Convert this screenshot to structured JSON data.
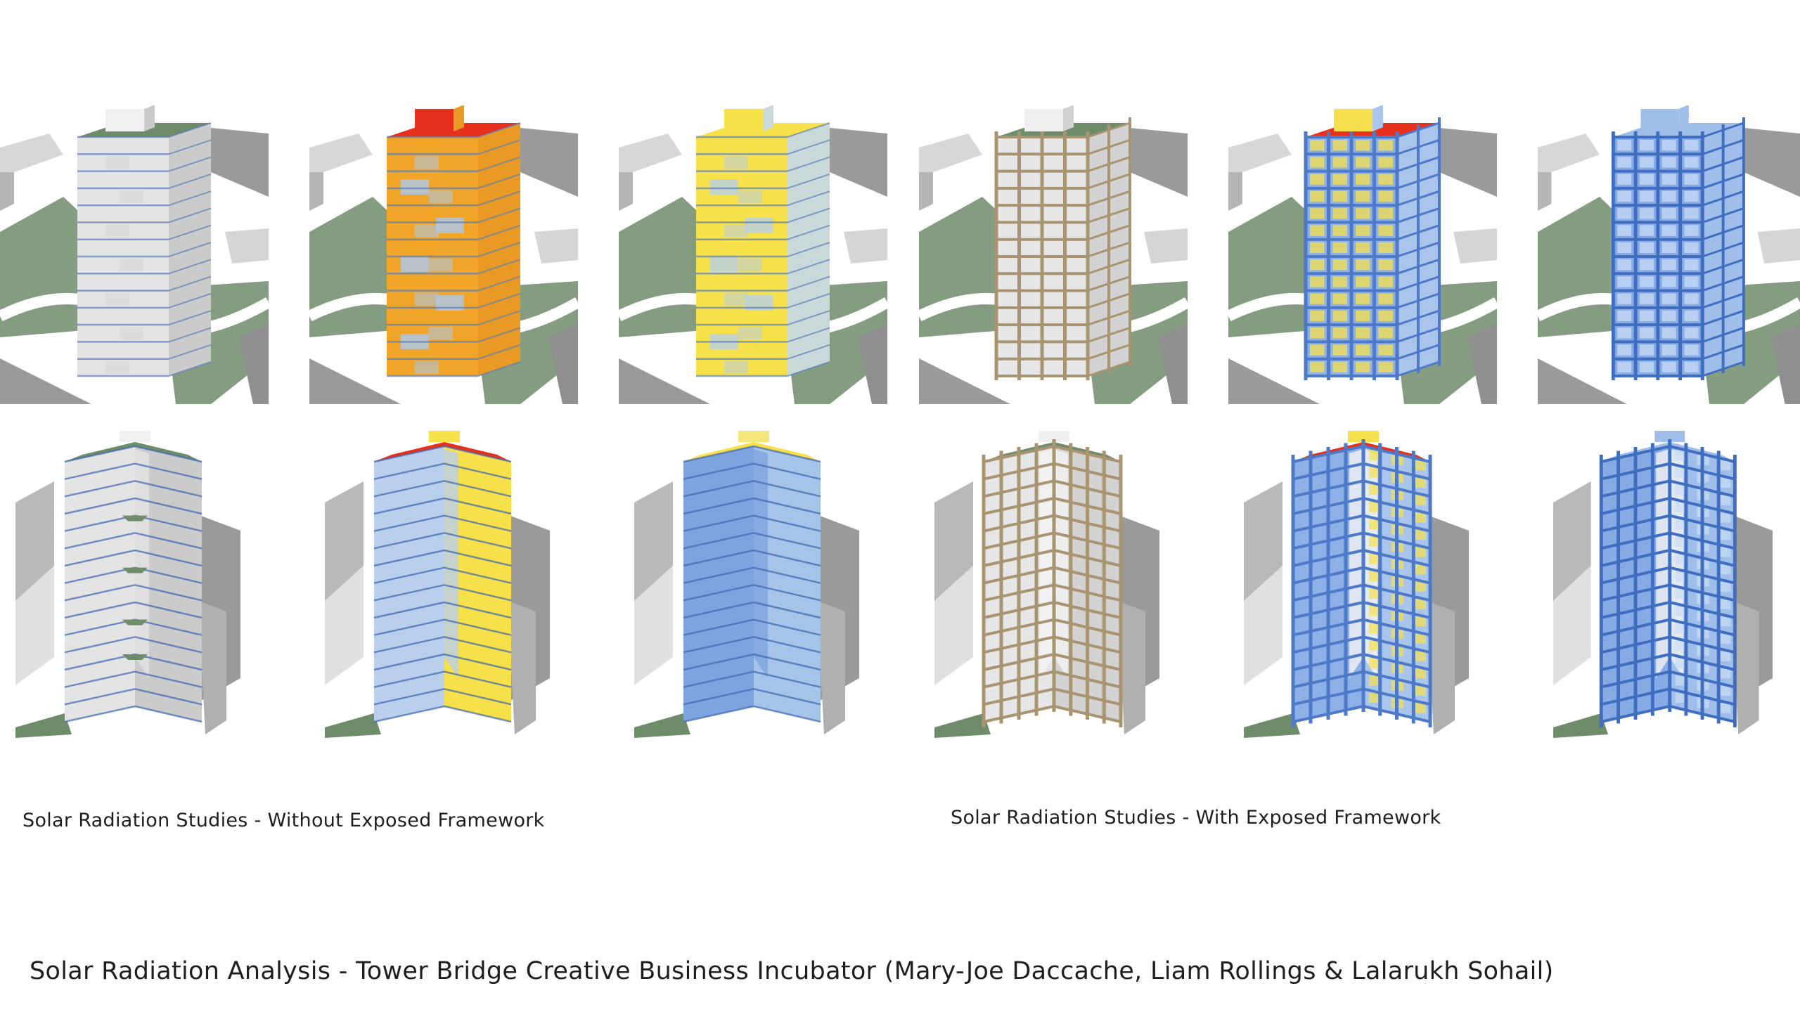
{
  "captions": {
    "without_framework": "Solar Radiation Studies - Without Exposed Framework",
    "with_framework": "Solar Radiation Studies - With Exposed Framework",
    "main_title": "Solar Radiation Analysis - Tower Bridge Creative Business Incubator (Mary-Joe Daccache, Liam Rollings & Lalarukh Sohail)"
  },
  "colors": {
    "grass": "#6e8c6a",
    "context_gray": "#9a9a9a",
    "frame_wood": "#a89470",
    "radiation_high": "#e6301c",
    "radiation_orange": "#f0a528",
    "radiation_yellow": "#f7e14a",
    "radiation_light_blue": "#a9c8ee",
    "radiation_blue": "#5f8fd8"
  },
  "panels": [
    {
      "id": "top-1",
      "view": "top",
      "style": "gray"
    },
    {
      "id": "top-2",
      "view": "top",
      "style": "orange"
    },
    {
      "id": "top-3",
      "view": "top",
      "style": "yellow"
    },
    {
      "id": "top-4",
      "view": "top",
      "style": "frame"
    },
    {
      "id": "top-5",
      "view": "top",
      "style": "frame-yb"
    },
    {
      "id": "top-6",
      "view": "top",
      "style": "frame-b"
    },
    {
      "id": "bot-1",
      "view": "bottom",
      "style": "gray"
    },
    {
      "id": "bot-2",
      "view": "bottom",
      "style": "mixed"
    },
    {
      "id": "bot-3",
      "view": "bottom",
      "style": "blue"
    },
    {
      "id": "bot-4",
      "view": "bottom",
      "style": "frame"
    },
    {
      "id": "bot-5",
      "view": "bottom",
      "style": "frame-yb"
    },
    {
      "id": "bot-6",
      "view": "bottom",
      "style": "frame-b"
    }
  ]
}
